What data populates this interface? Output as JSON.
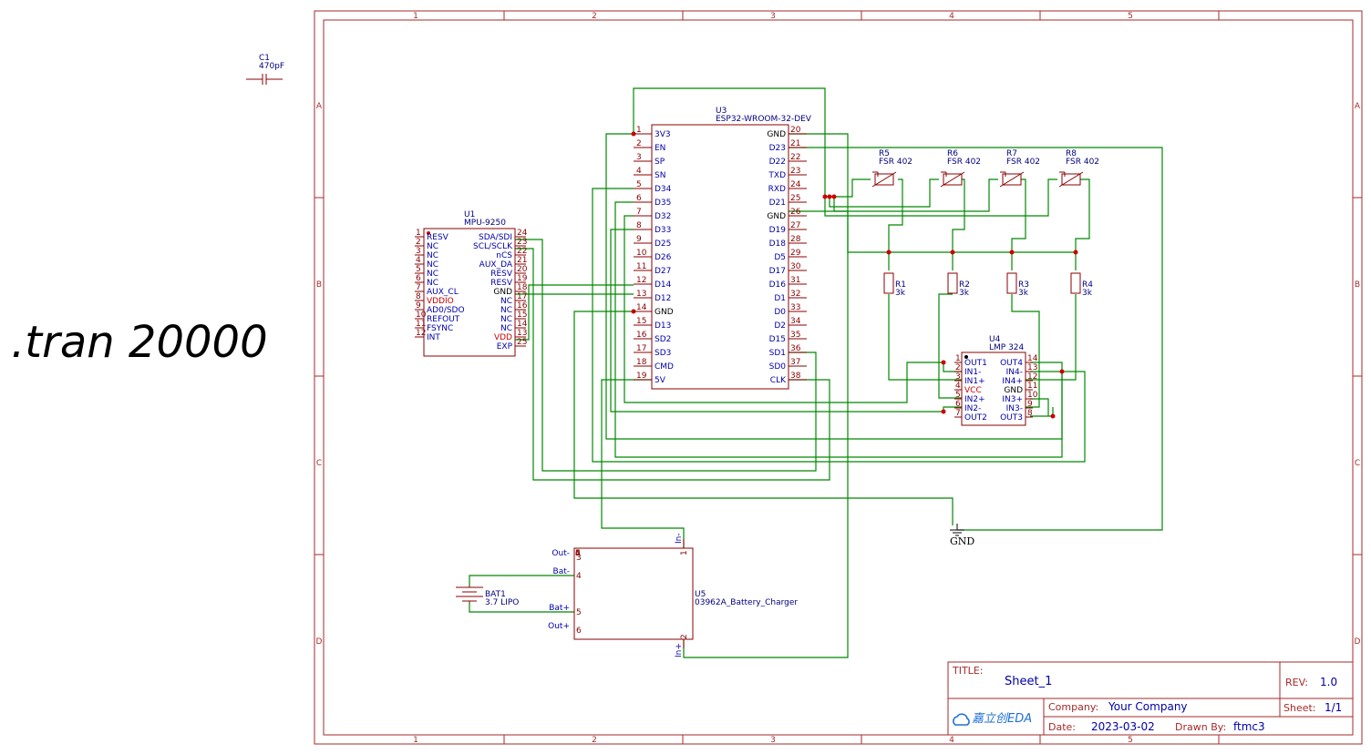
{
  "spice_directive": ".tran 20000",
  "frame": {
    "columns": [
      "1",
      "2",
      "3",
      "4",
      "5"
    ],
    "rows": [
      "A",
      "B",
      "C",
      "D"
    ]
  },
  "title_block": {
    "title_label": "TITLE:",
    "title_value": "Sheet_1",
    "rev_label": "REV:",
    "rev_value": "1.0",
    "company_label": "Company:",
    "company_value": "Your Company",
    "sheet_label": "Sheet:",
    "sheet_value": "1/1",
    "date_label": "Date:",
    "date_value": "2023-03-02",
    "drawn_label": "Drawn By:",
    "drawn_value": "ftmc3",
    "logo_text": "嘉立创EDA"
  },
  "gnd_label": "GND",
  "components": {
    "c1": {
      "ref": "C1",
      "value": "470pF"
    },
    "bat1": {
      "ref": "BAT1",
      "value": "3.7 LIPO"
    },
    "u1": {
      "ref": "U1",
      "value": "MPU-9250",
      "left_pins": [
        {
          "num": "1",
          "name": "RESV"
        },
        {
          "num": "2",
          "name": "NC"
        },
        {
          "num": "3",
          "name": "NC"
        },
        {
          "num": "4",
          "name": "NC"
        },
        {
          "num": "5",
          "name": "NC"
        },
        {
          "num": "6",
          "name": "NC"
        },
        {
          "num": "7",
          "name": "AUX_CL"
        },
        {
          "num": "8",
          "name": "VDDIO"
        },
        {
          "num": "9",
          "name": "AD0/SDO"
        },
        {
          "num": "10",
          "name": "REFOUT"
        },
        {
          "num": "11",
          "name": "FSYNC"
        },
        {
          "num": "12",
          "name": "INT"
        }
      ],
      "right_pins": [
        {
          "num": "24",
          "name": "SDA/SDI"
        },
        {
          "num": "23",
          "name": "SCL/SCLK"
        },
        {
          "num": "22",
          "name": "nCS"
        },
        {
          "num": "21",
          "name": "AUX_DA"
        },
        {
          "num": "20",
          "name": "RESV"
        },
        {
          "num": "19",
          "name": "RESV"
        },
        {
          "num": "18",
          "name": "GND"
        },
        {
          "num": "17",
          "name": "NC"
        },
        {
          "num": "16",
          "name": "NC"
        },
        {
          "num": "15",
          "name": "NC"
        },
        {
          "num": "14",
          "name": "NC"
        },
        {
          "num": "13",
          "name": "VDD"
        },
        {
          "num": "25",
          "name": "EXP"
        }
      ]
    },
    "u3": {
      "ref": "U3",
      "value": "ESP32-WROOM-32-DEV",
      "left_pins": [
        {
          "num": "1",
          "name": "3V3"
        },
        {
          "num": "2",
          "name": "EN"
        },
        {
          "num": "3",
          "name": "SP"
        },
        {
          "num": "4",
          "name": "SN"
        },
        {
          "num": "5",
          "name": "D34"
        },
        {
          "num": "6",
          "name": "D35"
        },
        {
          "num": "7",
          "name": "D32"
        },
        {
          "num": "8",
          "name": "D33"
        },
        {
          "num": "9",
          "name": "D25"
        },
        {
          "num": "10",
          "name": "D26"
        },
        {
          "num": "11",
          "name": "D27"
        },
        {
          "num": "12",
          "name": "D14"
        },
        {
          "num": "13",
          "name": "D12"
        },
        {
          "num": "14",
          "name": "GND"
        },
        {
          "num": "15",
          "name": "D13"
        },
        {
          "num": "16",
          "name": "SD2"
        },
        {
          "num": "17",
          "name": "SD3"
        },
        {
          "num": "18",
          "name": "CMD"
        },
        {
          "num": "19",
          "name": "5V"
        }
      ],
      "right_pins": [
        {
          "num": "20",
          "name": "GND"
        },
        {
          "num": "21",
          "name": "D23"
        },
        {
          "num": "22",
          "name": "D22"
        },
        {
          "num": "23",
          "name": "TXD"
        },
        {
          "num": "24",
          "name": "RXD"
        },
        {
          "num": "25",
          "name": "D21"
        },
        {
          "num": "26",
          "name": "GND"
        },
        {
          "num": "27",
          "name": "D19"
        },
        {
          "num": "28",
          "name": "D18"
        },
        {
          "num": "29",
          "name": "D5"
        },
        {
          "num": "30",
          "name": "D17"
        },
        {
          "num": "31",
          "name": "D16"
        },
        {
          "num": "32",
          "name": "D1"
        },
        {
          "num": "33",
          "name": "D0"
        },
        {
          "num": "34",
          "name": "D2"
        },
        {
          "num": "35",
          "name": "D15"
        },
        {
          "num": "36",
          "name": "SD1"
        },
        {
          "num": "37",
          "name": "SD0"
        },
        {
          "num": "38",
          "name": "CLK"
        }
      ]
    },
    "u4": {
      "ref": "U4",
      "value": "LMP 324",
      "left_pins": [
        {
          "num": "1",
          "name": "OUT1"
        },
        {
          "num": "2",
          "name": "IN1-"
        },
        {
          "num": "3",
          "name": "IN1+"
        },
        {
          "num": "4",
          "name": "VCC"
        },
        {
          "num": "5",
          "name": "IN2+"
        },
        {
          "num": "6",
          "name": "IN2-"
        },
        {
          "num": "7",
          "name": "OUT2"
        }
      ],
      "right_pins": [
        {
          "num": "14",
          "name": "OUT4"
        },
        {
          "num": "13",
          "name": "IN4-"
        },
        {
          "num": "12",
          "name": "IN4+"
        },
        {
          "num": "11",
          "name": "GND"
        },
        {
          "num": "10",
          "name": "IN3+"
        },
        {
          "num": "9",
          "name": "IN3-"
        },
        {
          "num": "8",
          "name": "OUT3"
        }
      ]
    },
    "u5": {
      "ref": "U5",
      "value": "03962A_Battery_Charger",
      "left_pins": [
        {
          "num": "3",
          "name": "Out-"
        },
        {
          "num": "4",
          "name": "Bat-"
        },
        {
          "num": "5",
          "name": "Bat+"
        },
        {
          "num": "6",
          "name": "Out+"
        }
      ],
      "top_pin": {
        "num": "1",
        "name": "In-"
      },
      "bottom_pin": {
        "num": "2",
        "name": "In+"
      }
    },
    "fsr": [
      {
        "ref": "R5",
        "value": "FSR 402"
      },
      {
        "ref": "R6",
        "value": "FSR 402"
      },
      {
        "ref": "R7",
        "value": "FSR 402"
      },
      {
        "ref": "R8",
        "value": "FSR 402"
      }
    ],
    "resistors": [
      {
        "ref": "R1",
        "value": "3k"
      },
      {
        "ref": "R2",
        "value": "3k"
      },
      {
        "ref": "R3",
        "value": "3k"
      },
      {
        "ref": "R4",
        "value": "3k"
      }
    ]
  },
  "colors": {
    "frame": "#a52a2a",
    "wire": "#008800",
    "pin_name": "#0000aa",
    "power_pin": "#cc0000",
    "component": "#880000"
  }
}
